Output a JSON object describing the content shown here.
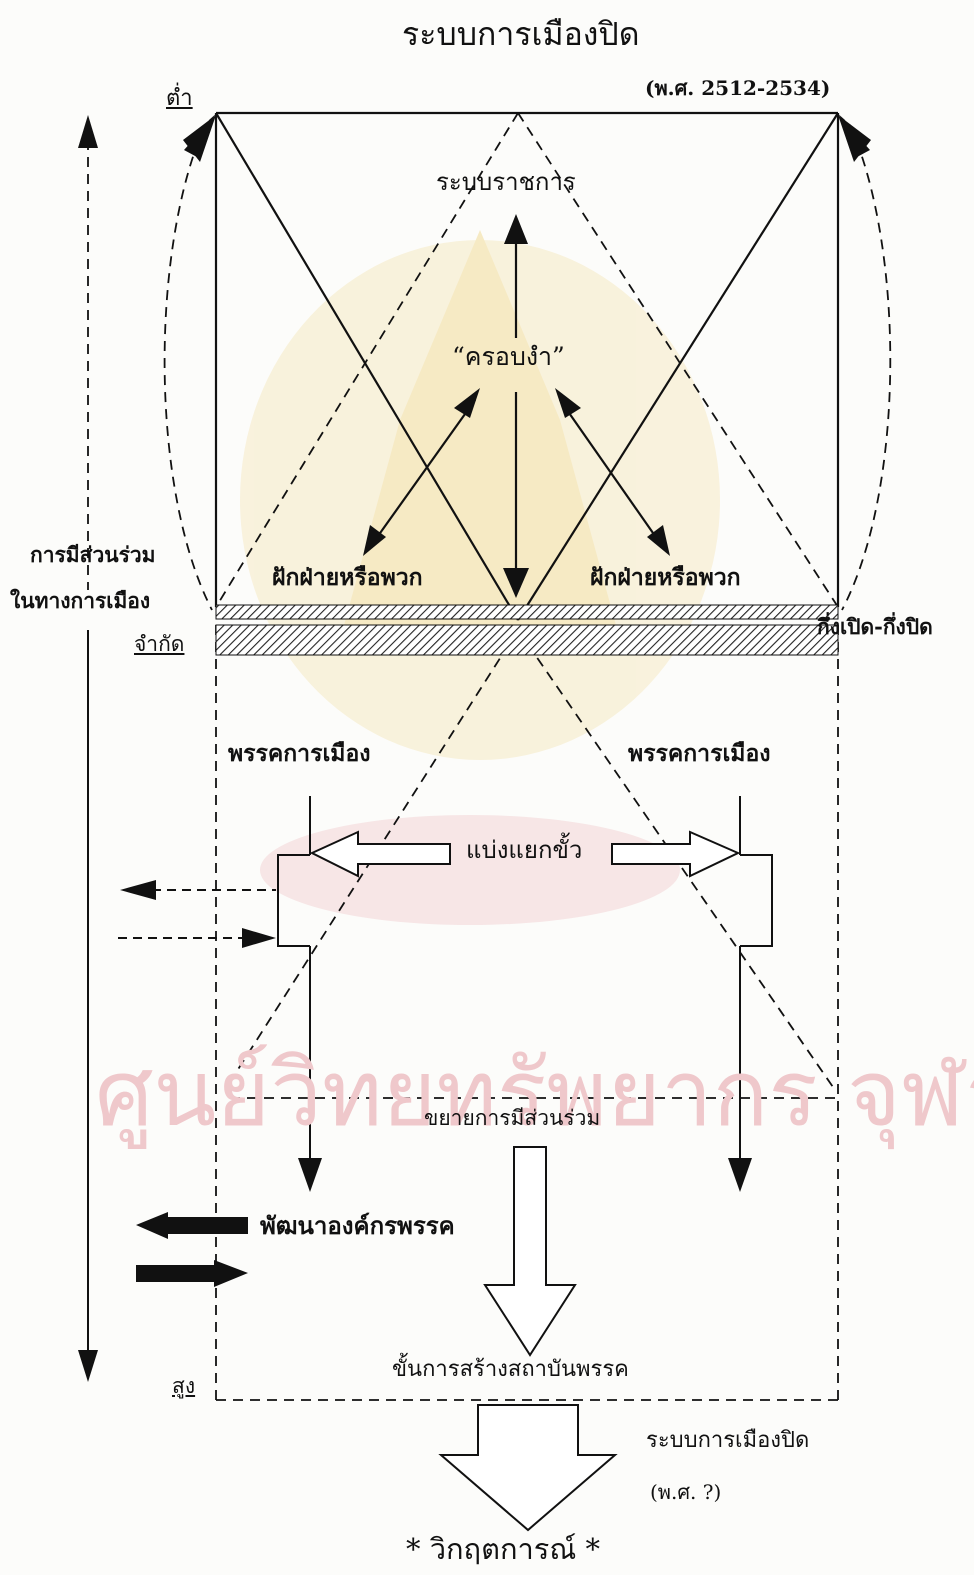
{
  "title": "ระบบการเมืองปิด",
  "period_top": "(พ.ศ. 2512-2534)",
  "label_low": "ต่ำ",
  "label_high": "สูง",
  "bureaucracy": "ระบบราชการ",
  "dominance": "“ครอบงำ”",
  "faction_left": "ฝักฝ่ายหรือพวก",
  "faction_right": "ฝักฝ่ายหรือพวก",
  "participation_line1": "การมีส่วนร่วม",
  "participation_line2": "ในทางการเมือง",
  "limited": "จำกัด",
  "semi_open": "กึ่งเปิด-กึ่งปิด",
  "party_left": "พรรคการเมือง",
  "party_right": "พรรคการเมือง",
  "polarize": "แบ่งแยกขั้ว",
  "expand_participation": "ขยายการมีส่วนร่วม",
  "develop_party_org": "พัฒนาองค์กรพรรค",
  "institutionalize": "ขั้นการสร้างสถาบันพรรค",
  "closed_system_bottom": "ระบบการเมืองปิด",
  "period_bottom": "(พ.ศ. ?)",
  "crisis": "* วิกฤตการณ์ *",
  "watermark": "ศูนย์วิทยทรัพยากร จุฬาลงกรณ์มหาวิทยาลัย",
  "colors": {
    "ink": "#111111",
    "watermark": "#e9bcbf",
    "seal": "#f3e0a0"
  }
}
